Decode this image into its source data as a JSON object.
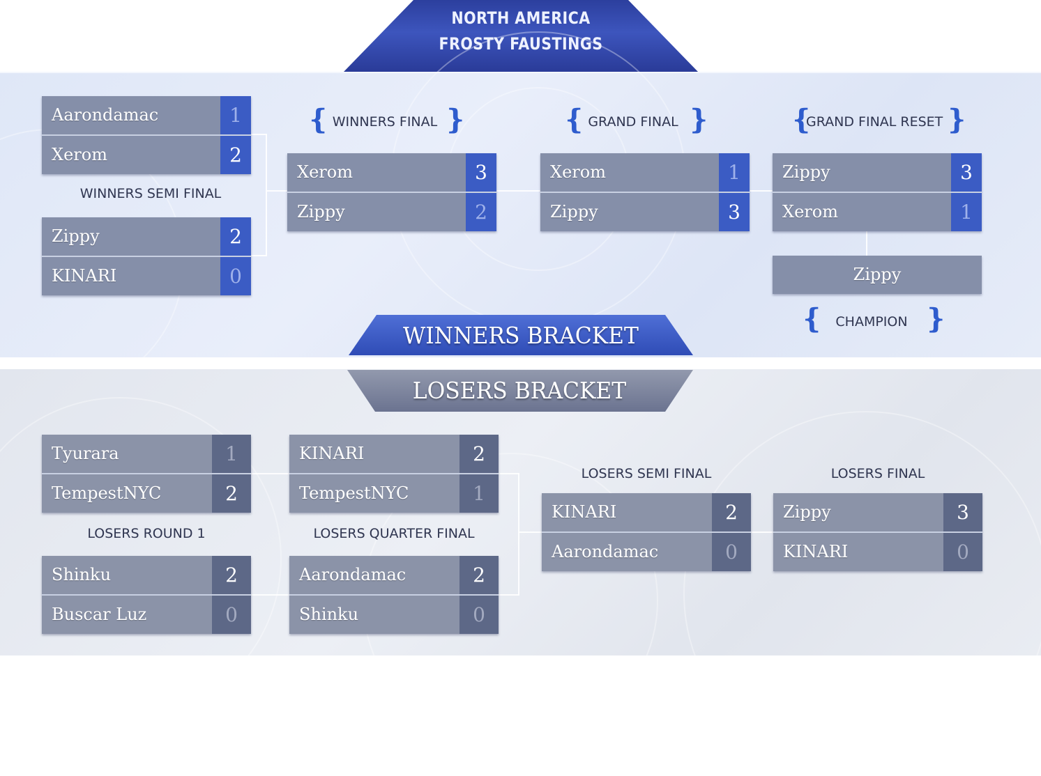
{
  "header": {
    "line1": "NORTH AMERICA",
    "line2": "FROSTY FAUSTINGS"
  },
  "winners": {
    "banner": "WINNERS BRACKET",
    "semi_label": "WINNERS SEMI FINAL",
    "final_label": "WINNERS FINAL",
    "grand_label": "GRAND FINAL",
    "reset_label": "GRAND FINAL RESET",
    "champion_label": "CHAMPION",
    "champion": "Zippy",
    "semi1": [
      {
        "name": "Aarondamac",
        "score": "1"
      },
      {
        "name": "Xerom",
        "score": "2"
      }
    ],
    "semi2": [
      {
        "name": "Zippy",
        "score": "2"
      },
      {
        "name": "KINARI",
        "score": "0"
      }
    ],
    "final": [
      {
        "name": "Xerom",
        "score": "3"
      },
      {
        "name": "Zippy",
        "score": "2"
      }
    ],
    "grand": [
      {
        "name": "Xerom",
        "score": "1"
      },
      {
        "name": "Zippy",
        "score": "3"
      }
    ],
    "reset": [
      {
        "name": "Zippy",
        "score": "3"
      },
      {
        "name": "Xerom",
        "score": "1"
      }
    ]
  },
  "losers": {
    "banner": "LOSERS BRACKET",
    "r1_label": "LOSERS ROUND 1",
    "qf_label": "LOSERS QUARTER FINAL",
    "sf_label": "LOSERS SEMI FINAL",
    "final_label": "LOSERS FINAL",
    "r1a": [
      {
        "name": "Tyurara",
        "score": "1"
      },
      {
        "name": "TempestNYC",
        "score": "2"
      }
    ],
    "r1b": [
      {
        "name": "Shinku",
        "score": "2"
      },
      {
        "name": "Buscar Luz",
        "score": "0"
      }
    ],
    "qfa": [
      {
        "name": "KINARI",
        "score": "2"
      },
      {
        "name": "TempestNYC",
        "score": "1"
      }
    ],
    "qfb": [
      {
        "name": "Aarondamac",
        "score": "2"
      },
      {
        "name": "Shinku",
        "score": "0"
      }
    ],
    "sf": [
      {
        "name": "KINARI",
        "score": "2"
      },
      {
        "name": "Aarondamac",
        "score": "0"
      }
    ],
    "final": [
      {
        "name": "Zippy",
        "score": "3"
      },
      {
        "name": "KINARI",
        "score": "0"
      }
    ]
  },
  "colors": {
    "header_blue": "#2f45a8",
    "winner_score": "#3b5cc4",
    "loser_score": "#5d6887",
    "name_bg": "#858fa9"
  },
  "icons": {
    "laurel_left": "laurel-left-icon",
    "laurel_right": "laurel-right-icon"
  }
}
